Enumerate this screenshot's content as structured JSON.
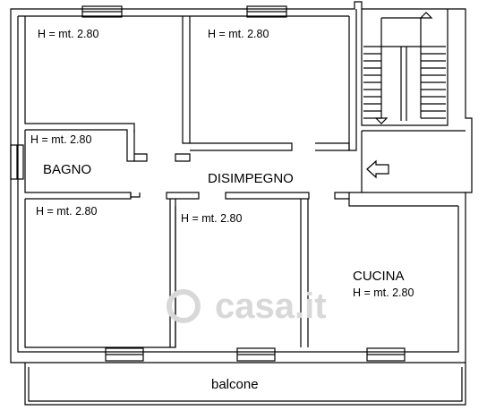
{
  "labels": {
    "height_tl": "H = mt.  2.80",
    "height_tm": "H = mt.  2.80",
    "height_bagno": "H = mt.  2.80",
    "height_bl": "H = mt.  2.80",
    "height_bm": "H = mt.  2.80",
    "height_cucina": "H = mt.  2.80"
  },
  "rooms": {
    "bagno": "BAGNO",
    "disimpegno": "DISIMPEGNO",
    "cucina": "CUCINA",
    "balcone": "balcone"
  },
  "watermark": "casa.it",
  "colors": {
    "wall": "#000000",
    "background": "#ffffff",
    "watermark": "#d8d8d8"
  }
}
